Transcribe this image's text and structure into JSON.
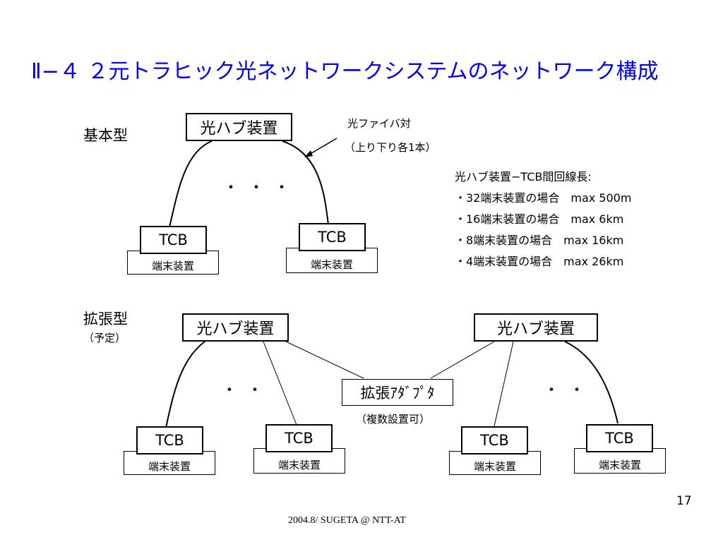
{
  "title": "Ⅱ−４ ２元トラヒック光ネットワークシステムのネットワーク構成",
  "basic": {
    "section_label": "基本型",
    "hub_label": "光ハブ装置",
    "fiber_label_1": "光ファイバ対",
    "fiber_label_2": "（上り下り各1本）",
    "dots": "・・・",
    "tcb_label": "TCB",
    "terminal_label": "端末装置"
  },
  "notes": {
    "heading": "光ハブ装置−TCB間回線長:",
    "items": [
      "・32端末装置の場合　max 500m",
      "・16端末装置の場合　max 6km",
      "・8端末装置の場合　max 16km",
      "・4端末装置の場合　max 26km"
    ]
  },
  "extended": {
    "section_label": "拡張型",
    "section_sub": "（予定）",
    "hub_label": "光ハブ装置",
    "adapter_label": "拡張ｱﾀﾞﾌﾟﾀ",
    "adapter_note": "（複数設置可）",
    "dots": "・・",
    "tcb_label": "TCB",
    "terminal_label": "端末装置"
  },
  "footer": "2004.8/ SUGETA @ NTT-AT",
  "page_number": "17"
}
